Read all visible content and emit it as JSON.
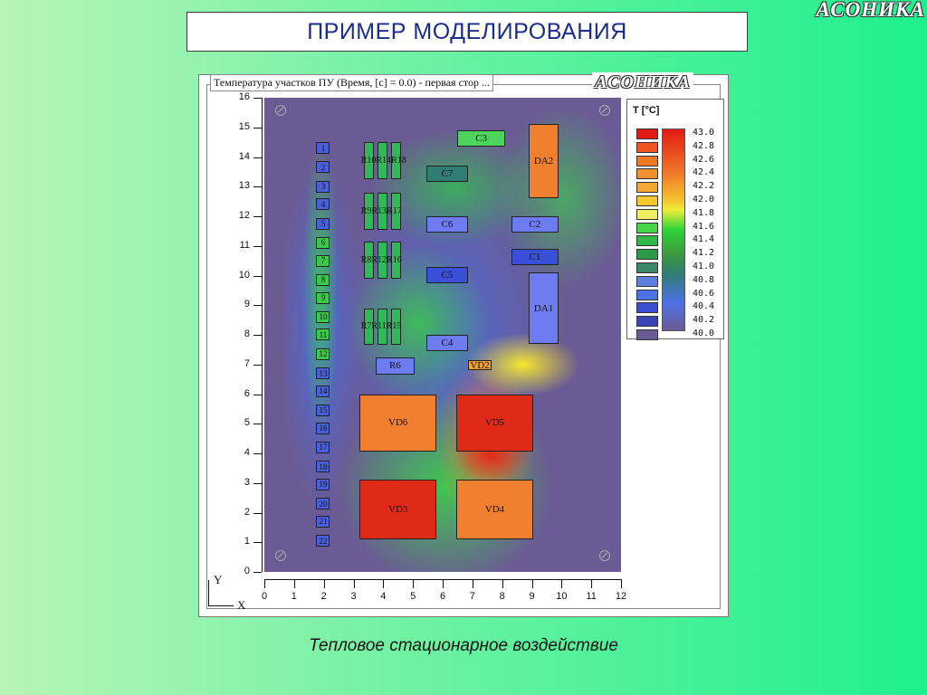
{
  "title": "ПРИМЕР МОДЕЛИРОВАНИЯ",
  "logo": "АСОНИКА",
  "panel": {
    "caption": "Температура участков ПУ (Время, [с] = 0.0) - первая стор ...",
    "logo": "АСОНИКА"
  },
  "axes": {
    "x_label": "X",
    "y_label": "Y",
    "x_ticks": [
      "0",
      "1",
      "2",
      "3",
      "4",
      "5",
      "6",
      "7",
      "8",
      "9",
      "10",
      "11",
      "12"
    ],
    "y_ticks": [
      "0",
      "1",
      "2",
      "3",
      "4",
      "5",
      "6",
      "7",
      "8",
      "9",
      "10",
      "11",
      "12",
      "13",
      "14",
      "15",
      "16"
    ]
  },
  "colors": {
    "board_base": "#6b5b94",
    "hot": "#e02a18",
    "warm": "#f08030",
    "mid_green": "#3cc84a",
    "cool_blue": "#6d7cf0"
  },
  "pins": [
    {
      "label": "1",
      "y": 14.5,
      "color": "#4b5fd8"
    },
    {
      "label": "2",
      "y": 13.85,
      "color": "#4b5fd8"
    },
    {
      "label": "3",
      "y": 13.2,
      "color": "#4b5fd8"
    },
    {
      "label": "4",
      "y": 12.6,
      "color": "#4b5fd8"
    },
    {
      "label": "5",
      "y": 11.95,
      "color": "#4b5fd8"
    },
    {
      "label": "6",
      "y": 11.3,
      "color": "#3cc84a"
    },
    {
      "label": "7",
      "y": 10.7,
      "color": "#3cc84a"
    },
    {
      "label": "8",
      "y": 10.05,
      "color": "#3cc84a"
    },
    {
      "label": "9",
      "y": 9.45,
      "color": "#3cc84a"
    },
    {
      "label": "10",
      "y": 8.8,
      "color": "#3cc84a"
    },
    {
      "label": "11",
      "y": 8.2,
      "color": "#3cc84a"
    },
    {
      "label": "12",
      "y": 7.55,
      "color": "#3cc84a"
    },
    {
      "label": "13",
      "y": 6.9,
      "color": "#4b5fd8"
    },
    {
      "label": "14",
      "y": 6.3,
      "color": "#4b5fd8"
    },
    {
      "label": "15",
      "y": 5.65,
      "color": "#4b5fd8"
    },
    {
      "label": "16",
      "y": 5.05,
      "color": "#4b5fd8"
    },
    {
      "label": "17",
      "y": 4.4,
      "color": "#4b5fd8"
    },
    {
      "label": "18",
      "y": 3.75,
      "color": "#4b5fd8"
    },
    {
      "label": "19",
      "y": 3.15,
      "color": "#4b5fd8"
    },
    {
      "label": "20",
      "y": 2.5,
      "color": "#4b5fd8"
    },
    {
      "label": "21",
      "y": 1.9,
      "color": "#4b5fd8"
    },
    {
      "label": "22",
      "y": 1.25,
      "color": "#4b5fd8"
    }
  ],
  "resistor_groups": [
    {
      "label": "R10R14R18",
      "y": 14.4
    },
    {
      "label": "R9R13R17",
      "y": 12.7
    },
    {
      "label": "R8R12R16",
      "y": 11.05
    },
    {
      "label": "R7R11R15",
      "y": 8.8
    }
  ],
  "components": [
    {
      "label": "C3",
      "x": 6.5,
      "y": 14.9,
      "w": 1.6,
      "h": 0.55,
      "color": "#4cd45c"
    },
    {
      "label": "C7",
      "x": 5.45,
      "y": 13.7,
      "w": 1.4,
      "h": 0.55,
      "color": "#2f7d73"
    },
    {
      "label": "DA2",
      "x": 8.9,
      "y": 15.1,
      "w": 1.0,
      "h": 2.5,
      "color": "#f08030"
    },
    {
      "label": "C6",
      "x": 5.45,
      "y": 12.0,
      "w": 1.4,
      "h": 0.55,
      "color": "#6d7cf0"
    },
    {
      "label": "C2",
      "x": 8.3,
      "y": 12.0,
      "w": 1.6,
      "h": 0.55,
      "color": "#6d7cf0"
    },
    {
      "label": "C1",
      "x": 8.3,
      "y": 10.9,
      "w": 1.6,
      "h": 0.55,
      "color": "#3a4fd8"
    },
    {
      "label": "C5",
      "x": 5.45,
      "y": 10.3,
      "w": 1.4,
      "h": 0.55,
      "color": "#3a4fd8"
    },
    {
      "label": "DA1",
      "x": 8.9,
      "y": 10.1,
      "w": 1.0,
      "h": 2.4,
      "color": "#6d7cf0"
    },
    {
      "label": "C4",
      "x": 5.45,
      "y": 8.0,
      "w": 1.4,
      "h": 0.55,
      "color": "#6d7cf0"
    },
    {
      "label": "R6",
      "x": 3.75,
      "y": 7.25,
      "w": 1.3,
      "h": 0.6,
      "color": "#6d7cf0"
    },
    {
      "label": "VD2",
      "x": 6.85,
      "y": 7.15,
      "w": 0.8,
      "h": 0.35,
      "color": "#f5a030"
    },
    {
      "label": "VD6",
      "x": 3.2,
      "y": 6.0,
      "w": 2.6,
      "h": 1.95,
      "color": "#f08030"
    },
    {
      "label": "VD5",
      "x": 6.45,
      "y": 6.0,
      "w": 2.6,
      "h": 1.95,
      "color": "#e02a18"
    },
    {
      "label": "VD3",
      "x": 3.2,
      "y": 3.1,
      "w": 2.6,
      "h": 2.0,
      "color": "#e02a18"
    },
    {
      "label": "VD4",
      "x": 6.45,
      "y": 3.1,
      "w": 2.6,
      "h": 2.0,
      "color": "#f08030"
    }
  ],
  "legend": {
    "title": "T [°C]",
    "values": [
      "43.0",
      "42.8",
      "42.6",
      "42.4",
      "42.2",
      "42.0",
      "41.8",
      "41.6",
      "41.4",
      "41.2",
      "41.0",
      "40.8",
      "40.6",
      "40.4",
      "40.2",
      "40.0"
    ],
    "swatch_colors": [
      "#e21b14",
      "#ee5520",
      "#f07a28",
      "#f29030",
      "#f5a834",
      "#f5c830",
      "#f0ee60",
      "#48d448",
      "#30b848",
      "#2a9a48",
      "#3a8a6a",
      "#5d7fe0",
      "#4d73e8",
      "#3a4fd0",
      "#3a44b8",
      "#6b5b94"
    ]
  },
  "footer": "Тепловое стационарное воздействие"
}
